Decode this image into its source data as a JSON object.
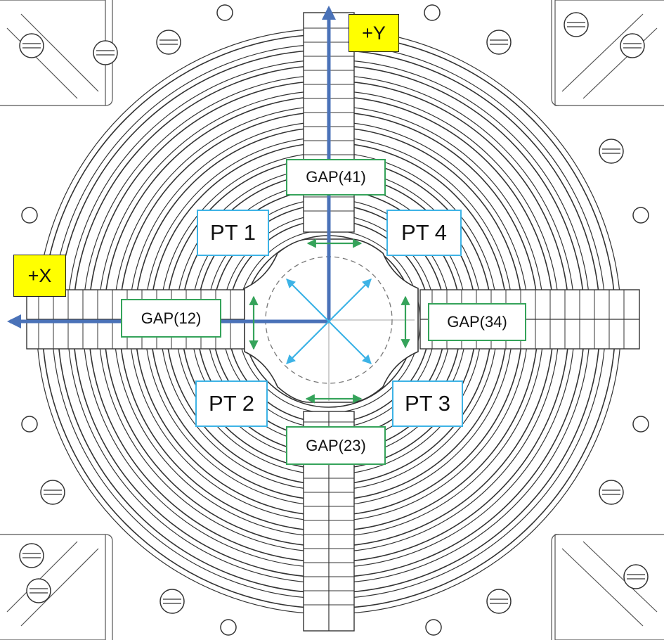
{
  "axes": {
    "x_label": "+X",
    "y_label": "+Y"
  },
  "points": [
    {
      "label": "PT 1"
    },
    {
      "label": "PT 2"
    },
    {
      "label": "PT 3"
    },
    {
      "label": "PT 4"
    }
  ],
  "gaps": [
    {
      "label": "GAP(41)"
    },
    {
      "label": "GAP(12)"
    },
    {
      "label": "GAP(34)"
    },
    {
      "label": "GAP(23)"
    }
  ],
  "colors": {
    "axis_arrow": "#4a72b8",
    "pt_border": "#3db3e6",
    "gap_border": "#35a35a",
    "diagonal_arrow": "#3db3e6",
    "gap_arrow": "#35a35a",
    "axis_label_fill": "#ffff00",
    "drawing_line": "#333333"
  },
  "icons": [
    "mounting-screw-icon",
    "mounting-hole-icon"
  ]
}
